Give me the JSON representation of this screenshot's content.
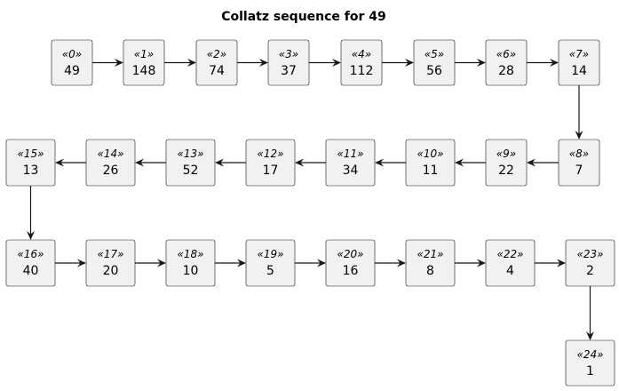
{
  "title": "Collatz sequence for 49",
  "colors": {
    "node_fill": "#f1f1f1",
    "node_stroke": "#181818",
    "edge": "#181818",
    "text": "#000000"
  },
  "nodes": [
    {
      "stereotype": "«0»",
      "value": "49"
    },
    {
      "stereotype": "«1»",
      "value": "148"
    },
    {
      "stereotype": "«2»",
      "value": "74"
    },
    {
      "stereotype": "«3»",
      "value": "37"
    },
    {
      "stereotype": "«4»",
      "value": "112"
    },
    {
      "stereotype": "«5»",
      "value": "56"
    },
    {
      "stereotype": "«6»",
      "value": "28"
    },
    {
      "stereotype": "«7»",
      "value": "14"
    },
    {
      "stereotype": "«8»",
      "value": "7"
    },
    {
      "stereotype": "«9»",
      "value": "22"
    },
    {
      "stereotype": "«10»",
      "value": "11"
    },
    {
      "stereotype": "«11»",
      "value": "34"
    },
    {
      "stereotype": "«12»",
      "value": "17"
    },
    {
      "stereotype": "«13»",
      "value": "52"
    },
    {
      "stereotype": "«14»",
      "value": "26"
    },
    {
      "stereotype": "«15»",
      "value": "13"
    },
    {
      "stereotype": "«16»",
      "value": "40"
    },
    {
      "stereotype": "«17»",
      "value": "20"
    },
    {
      "stereotype": "«18»",
      "value": "10"
    },
    {
      "stereotype": "«19»",
      "value": "5"
    },
    {
      "stereotype": "«20»",
      "value": "16"
    },
    {
      "stereotype": "«21»",
      "value": "8"
    },
    {
      "stereotype": "«22»",
      "value": "4"
    },
    {
      "stereotype": "«23»",
      "value": "2"
    },
    {
      "stereotype": "«24»",
      "value": "1"
    }
  ]
}
